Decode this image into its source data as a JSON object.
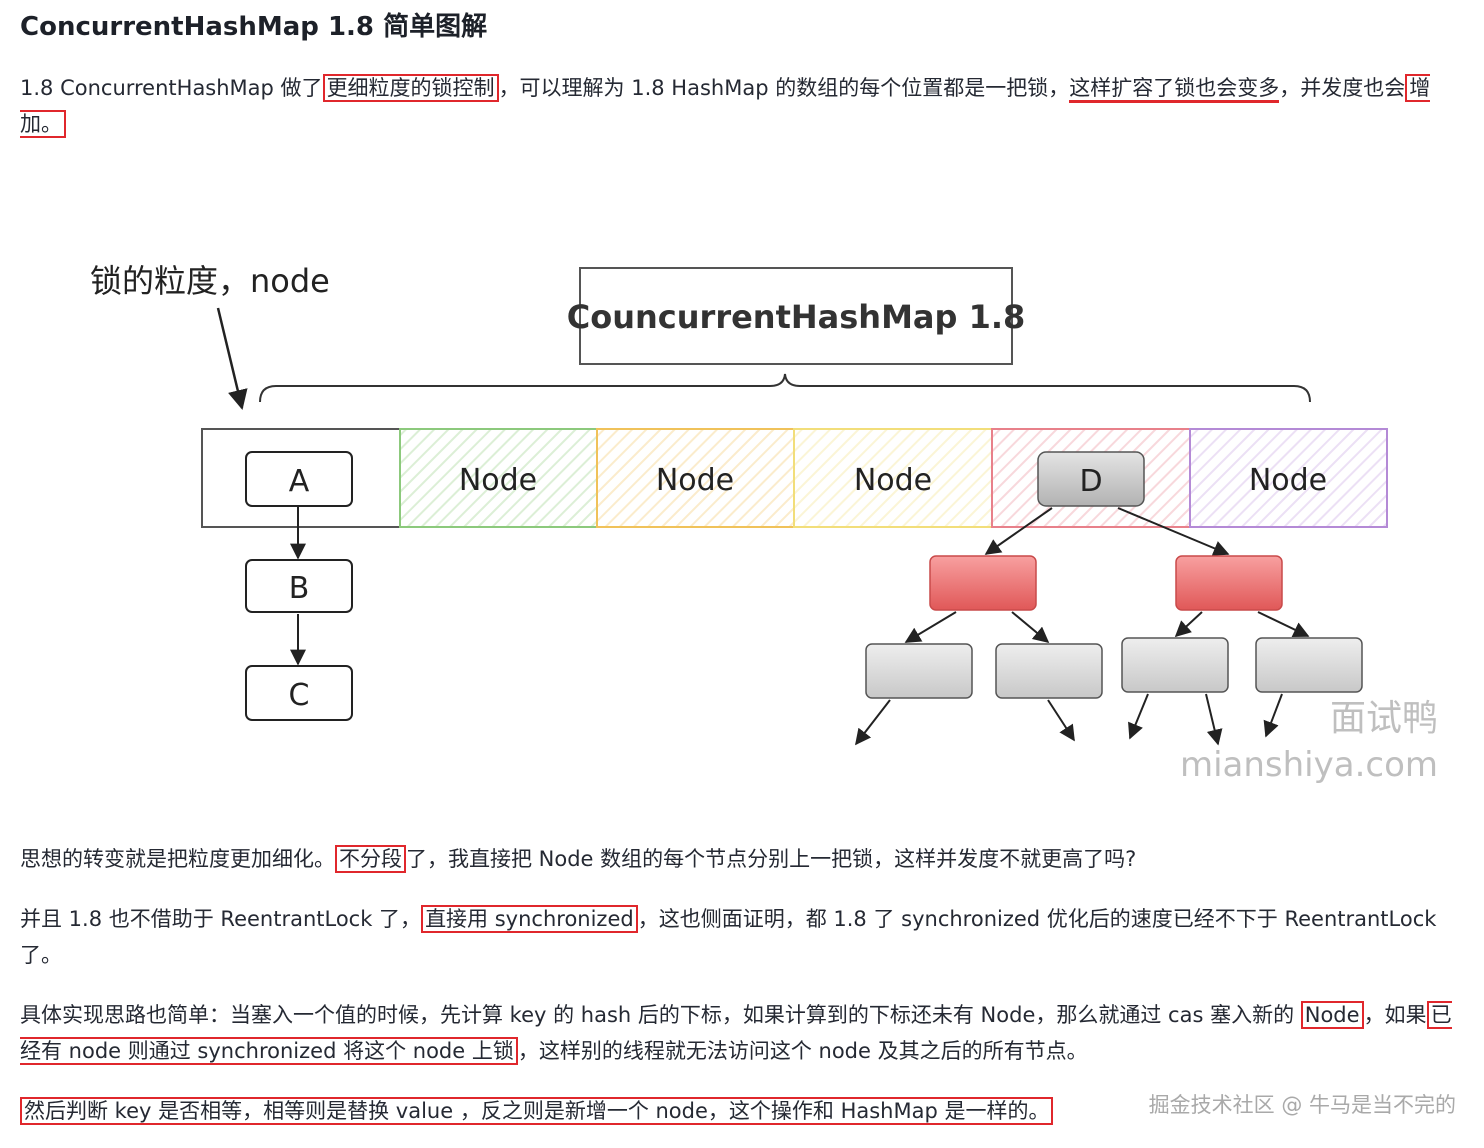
{
  "page": {
    "heading": "ConcurrentHashMap 1.8 简单图解",
    "p1": {
      "a": "1.8 ConcurrentHashMap 做了",
      "b": "更细粒度的锁控制",
      "c": "，可以理解为 1.8 HashMap 的数组的每个位置都是一把锁，",
      "d": "这样扩容了锁也会变多",
      "e": "，并发度也会",
      "f": "增加。"
    },
    "p2": {
      "a": "思想的转变就是把粒度更加细化。",
      "b": "不分段",
      "c": "了，我直接把 Node 数组的每个节点分别上一把锁，这样并发度不就更高了吗?"
    },
    "p3": {
      "a": "并且 1.8 也不借助于 ReentrantLock 了，",
      "b": "直接用 synchronized",
      "c": "，这也侧面证明，都 1.8 了 synchronized 优化后的速度已经不下于 ReentrantLock 了。"
    },
    "p4": {
      "a": "具体实现思路也简单：当塞入一个值的时候，先计算 key 的 hash 后的下标，如果计算到的下标还未有 Node，那么就通过 cas 塞入新的 ",
      "b": "Node",
      "c": "，如果",
      "d": "已经有 node 则通过 synchronized 将这个 node 上锁",
      "e": "，这样别的线程就无法访问这个 node 及其之后的所有节点。"
    },
    "p5": {
      "a": "然后判断 key 是否相等，相等则是替换 value ，反之则是新增一个 node，这个操作和 HashMap 是一样的。"
    },
    "footer": "掘金技术社区 @ 牛马是当不完的"
  },
  "diagram": {
    "granularity_label": "锁的粒度，node",
    "title": "CouncurrentHashMap 1.8",
    "cells": [
      "Node",
      "Node",
      "Node",
      "Node"
    ],
    "cell_colors": [
      "#8cc97c",
      "#f0c25a",
      "#f2de7a",
      "#e8808a",
      "#b48ad6"
    ],
    "chain": [
      "A",
      "B",
      "C"
    ],
    "tree_root": "D",
    "watermark_cn": "面试鸭",
    "watermark_en": "mianshiya.com"
  }
}
